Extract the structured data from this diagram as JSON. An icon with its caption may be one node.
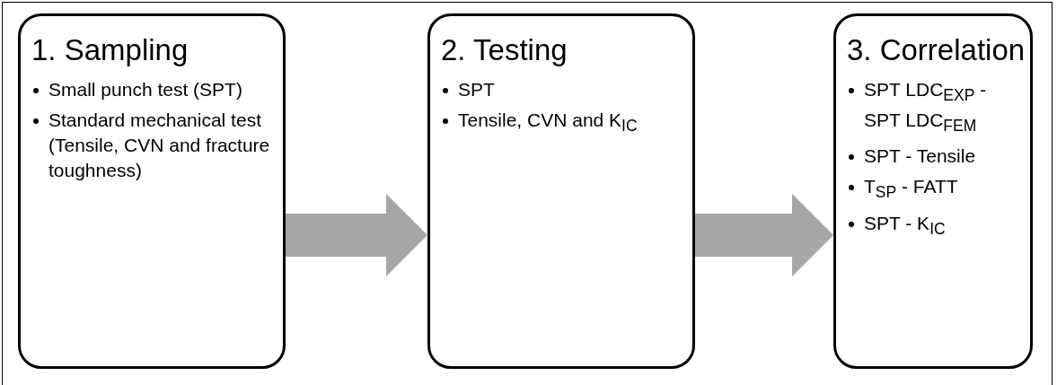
{
  "diagram": {
    "nodes": [
      {
        "text": [
          "1. Sampling",
          "Small punch test (SPT)",
          "Standard mechanical test (Tensile, CVN and fracture toughness)"
        ]
      },
      {
        "text": [
          "2. Testing",
          "SPT",
          "Tensile, CVN and K$_{IC}$"
        ]
      },
      {
        "text": [
          "3. Correlation",
          "SPT LDC$_{EXP}$ - SPT LDC$_{FEM}$",
          "SPT - Tensile",
          "T$_{SP}$ - FATT",
          "SPT - K$_{IC}$"
        ]
      }
    ],
    "edges": [
      {
        "from": 0,
        "to": 1,
        "arrow": "to"
      },
      {
        "from": 1,
        "to": 2,
        "arrow": "to"
      }
    ]
  }
}
